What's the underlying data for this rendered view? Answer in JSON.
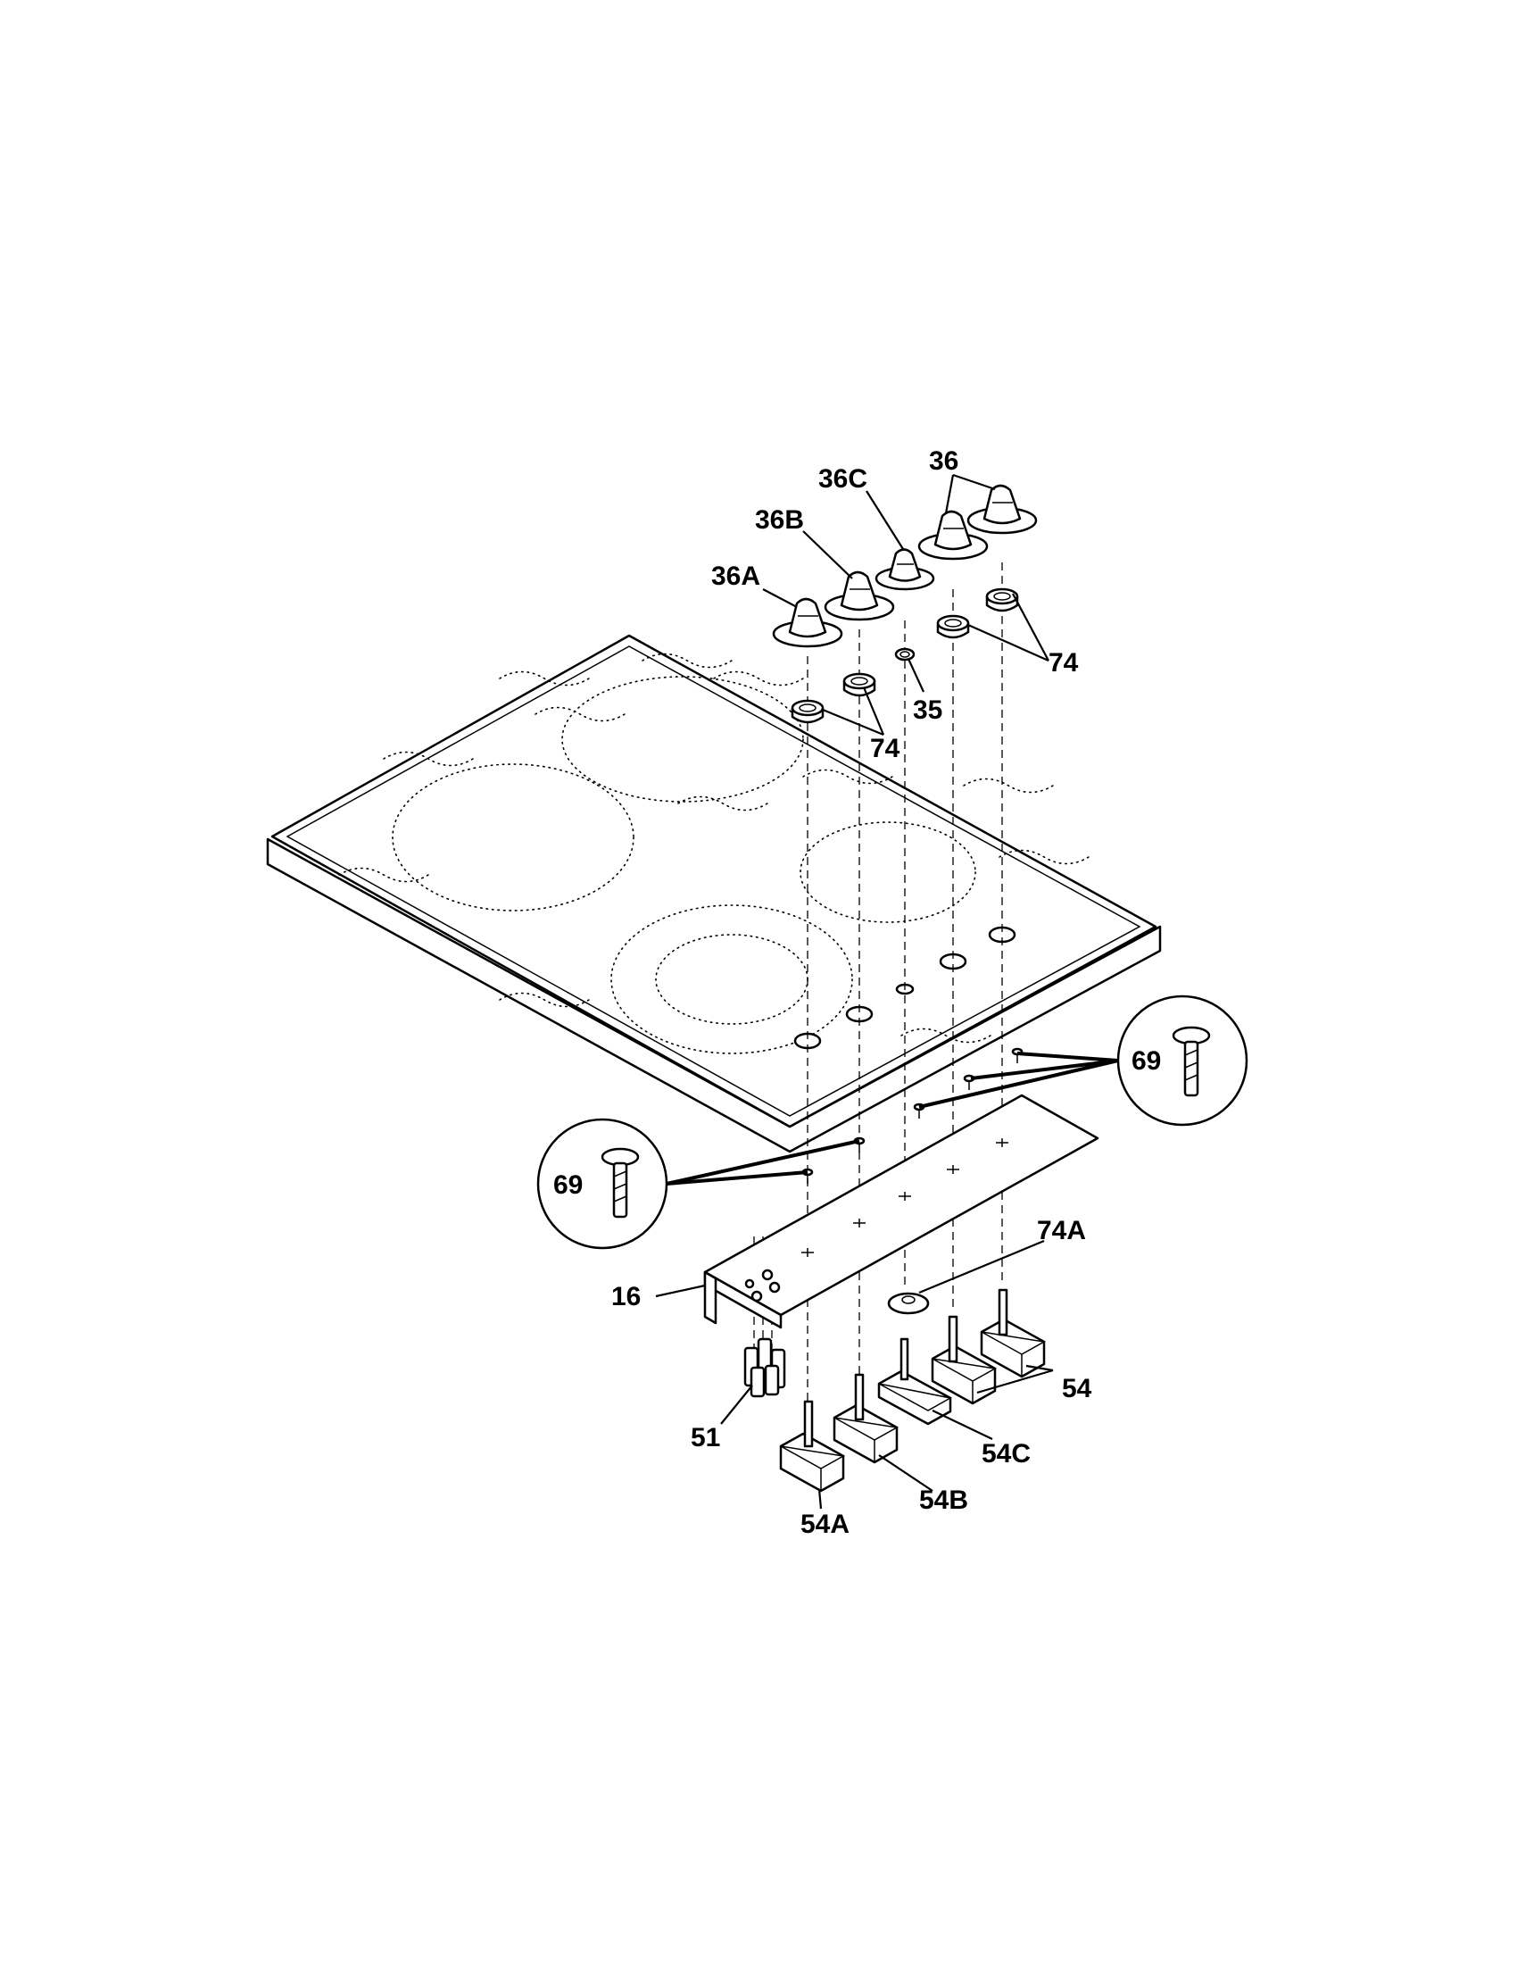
{
  "labels": {
    "l36": "36",
    "l36A": "36A",
    "l36B": "36B",
    "l36C": "36C",
    "l74_right": "74",
    "l74_left": "74",
    "l35": "35",
    "l69_right": "69",
    "l69_left": "69",
    "l74A": "74A",
    "l16": "16",
    "l54": "54",
    "l54C": "54C",
    "l51": "51",
    "l54B": "54B",
    "l54A": "54A"
  }
}
